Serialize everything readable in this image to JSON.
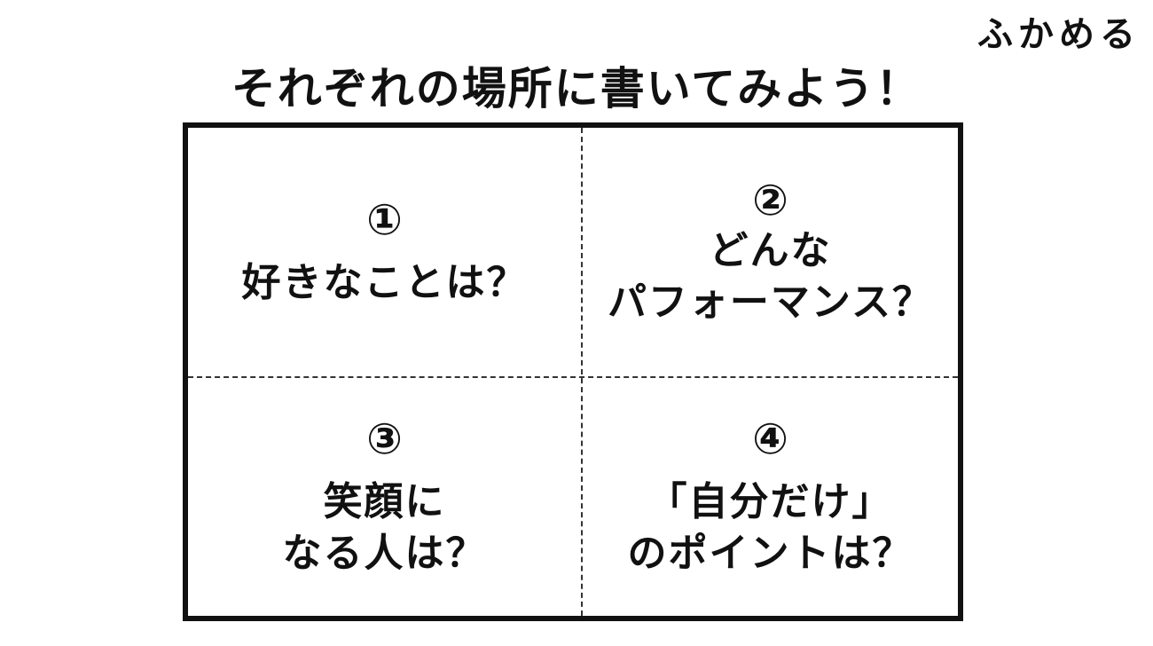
{
  "brand": "ふかめる",
  "title": "それぞれの場所に書いてみよう！",
  "quadrants": [
    {
      "number": "①",
      "lines": [
        "好きなことは？"
      ]
    },
    {
      "number": "②",
      "lines": [
        "どんな",
        "パフォーマンス？"
      ]
    },
    {
      "number": "③",
      "lines": [
        "笑顔に",
        "なる人は？"
      ]
    },
    {
      "number": "④",
      "lines": [
        "「自分だけ」",
        "のポイントは？"
      ]
    }
  ]
}
